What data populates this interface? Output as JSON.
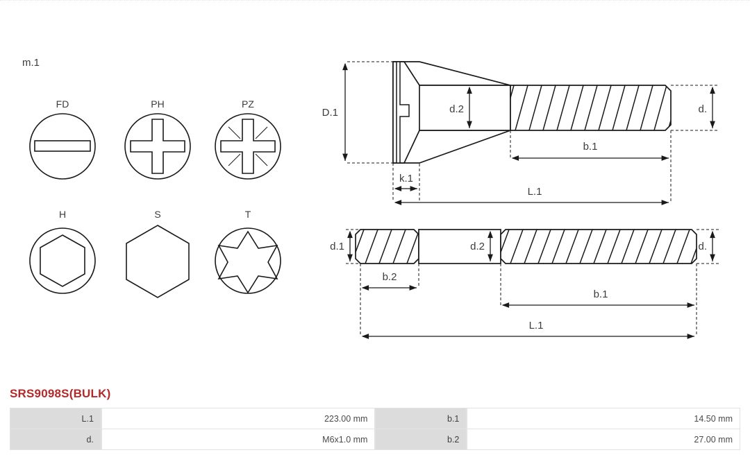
{
  "document": {
    "part_number": "SRS9098S(BULK)"
  },
  "drive_types": {
    "group_label": "m.1",
    "items": [
      {
        "label": "FD",
        "icon": "slotted-drive-icon"
      },
      {
        "label": "PH",
        "icon": "phillips-drive-icon"
      },
      {
        "label": "PZ",
        "icon": "pozidriv-drive-icon"
      },
      {
        "label": "H",
        "icon": "hex-socket-drive-icon"
      },
      {
        "label": "S",
        "icon": "hex-head-drive-icon"
      },
      {
        "label": "T",
        "icon": "torx-drive-icon"
      }
    ]
  },
  "diagrams": {
    "screw": {
      "name": "countersunk-slotted-screw",
      "dimensions": {
        "head_diameter": "D.1",
        "shank_diameter": "d.2",
        "thread_diameter": "d.",
        "head_height": "k.1",
        "thread_length": "b.1",
        "total_length": "L.1"
      }
    },
    "stud": {
      "name": "double-ended-stud",
      "dimensions": {
        "thread_diameter_left": "d.1",
        "shank_diameter": "d.2",
        "thread_diameter_right": "d.",
        "short_thread_length": "b.2",
        "long_thread_length": "b.1",
        "total_length": "L.1"
      }
    }
  },
  "spec_table": {
    "rows": [
      {
        "key1": "L.1",
        "val1": "223.00 mm",
        "key2": "b.1",
        "val2": "14.50 mm"
      },
      {
        "key1": "d.",
        "val1": "M6x1.0 mm",
        "key2": "b.2",
        "val2": "27.00 mm"
      }
    ]
  },
  "colors": {
    "title": "#b02a2a",
    "line": "#1a1a1a",
    "key_cell": "#dcdcdc"
  }
}
